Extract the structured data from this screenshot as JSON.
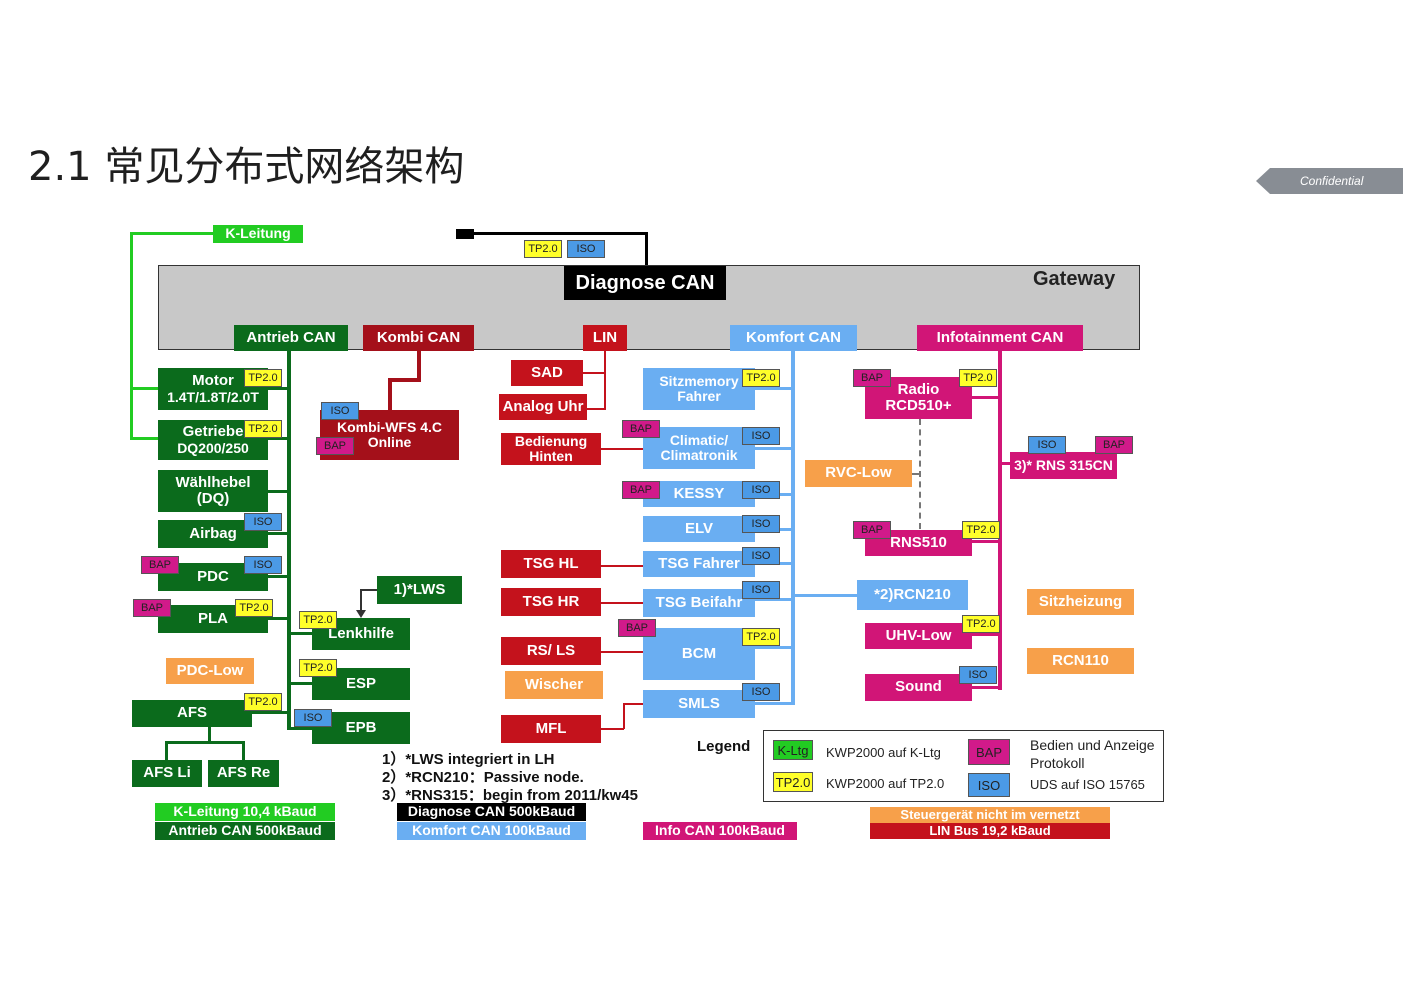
{
  "title": "2.1 常见分布式网络架构",
  "confidential": "Confidential",
  "gateway": "Gateway",
  "top": {
    "diagnose_can": "Diagnose CAN",
    "k_leitung": "K-Leitung"
  },
  "tags": {
    "tp": "TP2.0",
    "iso": "ISO",
    "bap": "BAP"
  },
  "buses": {
    "antrieb": "Antrieb CAN",
    "kombi": "Kombi CAN",
    "lin": "LIN",
    "komfort": "Komfort CAN",
    "infotainment": "Infotainment CAN"
  },
  "antrieb_nodes": {
    "motor1": "Motor",
    "motor2": "1.4T/1.8T/2.0T",
    "getriebe1": "Getriebe",
    "getriebe2": "DQ200/250",
    "waehl1": "Wählhebel",
    "waehl2": "(DQ)",
    "airbag": "Airbag",
    "pdc": "PDC",
    "pla": "PLA",
    "pdc_low": "PDC-Low",
    "afs": "AFS",
    "afs_li": "AFS Li",
    "afs_re": "AFS Re",
    "lws": "1)*LWS",
    "lenkhilfe": "Lenkhilfe",
    "esp": "ESP",
    "epb": "EPB"
  },
  "kombi_nodes": {
    "wfs1": "Kombi-WFS 4.C",
    "wfs2": "Online"
  },
  "lin_nodes": {
    "sad": "SAD",
    "analog_uhr": "Analog Uhr",
    "bed1": "Bedienung",
    "bed2": "Hinten",
    "tsg_hl": "TSG HL",
    "tsg_hr": "TSG HR",
    "rs_ls": "RS/ LS",
    "wischer": "Wischer",
    "mfl": "MFL"
  },
  "komfort_nodes": {
    "sitz1": "Sitzmemory",
    "sitz2": "Fahrer",
    "clim1": "Climatic/",
    "clim2": "Climatronik",
    "kessy": "KESSY",
    "elv": "ELV",
    "tsg_fahrer": "TSG Fahrer",
    "tsg_beifahr": "TSG Beifahr",
    "bcm": "BCM",
    "smls": "SMLS",
    "rvc_low": "RVC-Low",
    "rcn210": "*2)RCN210"
  },
  "info_nodes": {
    "radio1": "Radio",
    "radio2": "RCD510+",
    "rns315": "3)* RNS 315CN",
    "rns510": "RNS510",
    "uhv": "UHV-Low",
    "sound": "Sound",
    "sitzheizung": "Sitzheizung",
    "rcn110": "RCN110"
  },
  "notes": [
    "1）*LWS integriert in LH",
    "2）*RCN210：Passive node.",
    "3）*RNS315：begin from 2011/kw45"
  ],
  "legend": {
    "title": "Legend",
    "k_ltg": "K-Ltg",
    "k_ltg_desc": "KWP2000 auf K-Ltg",
    "tp_desc": "KWP2000 auf TP2.0",
    "bap_desc1": "Bedien und Anzeige",
    "bap_desc2": "Protokoll",
    "iso_desc": "UDS auf ISO 15765"
  },
  "bottom": {
    "k_leitung_rate": "K-Leitung 10,4 kBaud",
    "antrieb_rate": "Antrieb CAN 500kBaud",
    "diagnose_rate": "Diagnose CAN 500kBaud",
    "komfort_rate": "Komfort CAN 100kBaud",
    "info_rate": "Info CAN 100kBaud",
    "steuer": "Steuergerät nicht im vernetzt",
    "lin_rate": "LIN Bus 19,2 kBaud"
  },
  "colors": {
    "antrieb": "#0b6b1c",
    "kombi": "#a4101a",
    "lin": "#c4121c",
    "komfort": "#6aaef2",
    "infotainment": "#d11577",
    "not_networked": "#f7a04a",
    "k_leitung": "#22cc22"
  }
}
